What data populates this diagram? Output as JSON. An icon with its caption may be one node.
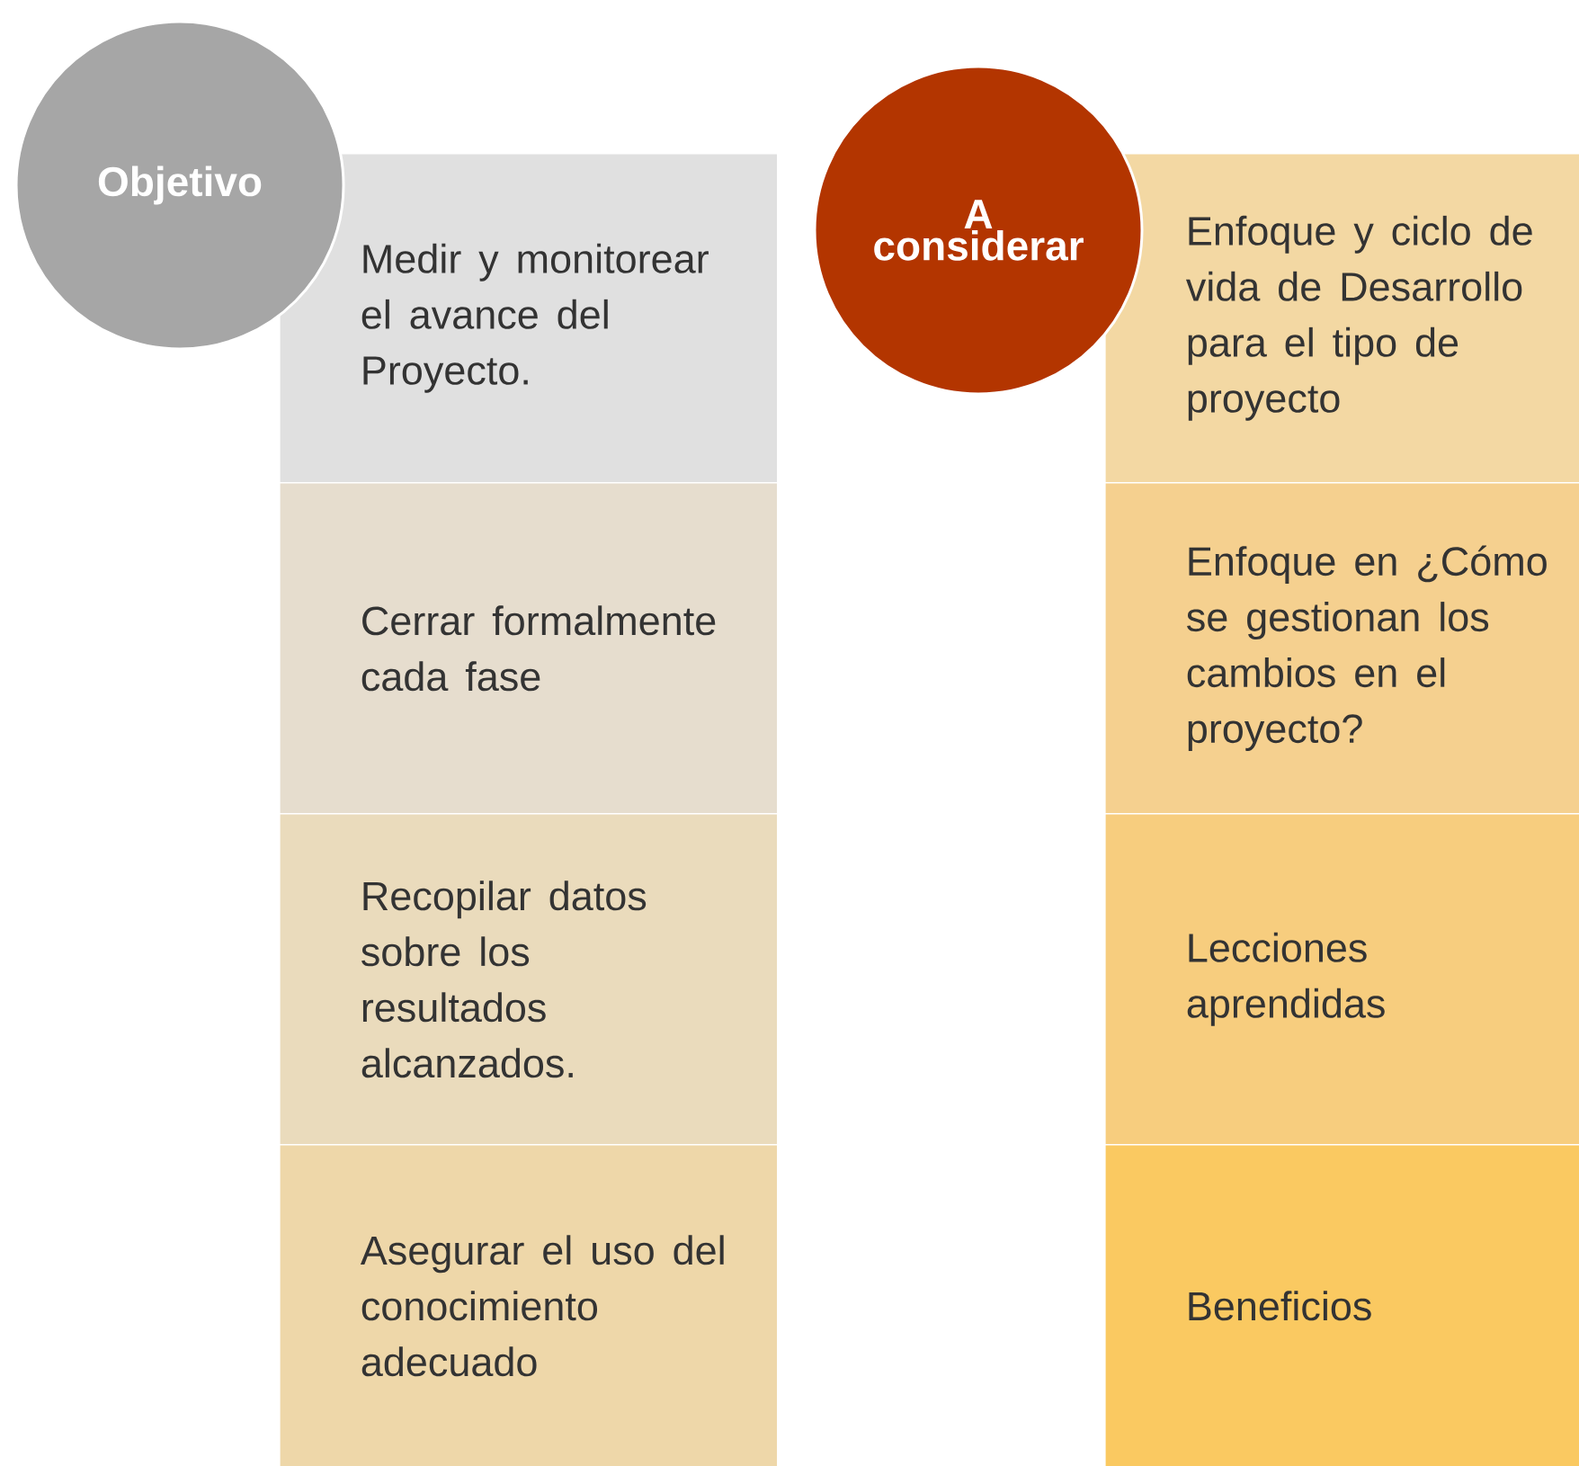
{
  "diagram": {
    "nodes": [
      {
        "text": [
          "Objetivo"
        ]
      },
      {
        "text": [
          "Medir y monitorear el avance del Proyecto."
        ]
      },
      {
        "text": [
          "Cerrar formalmente cada fase"
        ]
      },
      {
        "text": [
          "Recopilar datos sobre los resultados alcanzados."
        ]
      },
      {
        "text": [
          "Asegurar el uso del conocimiento adecuado"
        ]
      },
      {
        "text": [
          "A considerar"
        ]
      },
      {
        "text": [
          "Enfoque  y ciclo de vida de Desarrollo para el tipo de proyecto"
        ]
      },
      {
        "text": [
          "Enfoque  en ¿Cómo se gestionan los cambios en el proyecto?"
        ]
      },
      {
        "text": [
          "Lecciones aprendidas"
        ]
      },
      {
        "text": [
          "Beneficios"
        ]
      }
    ]
  }
}
